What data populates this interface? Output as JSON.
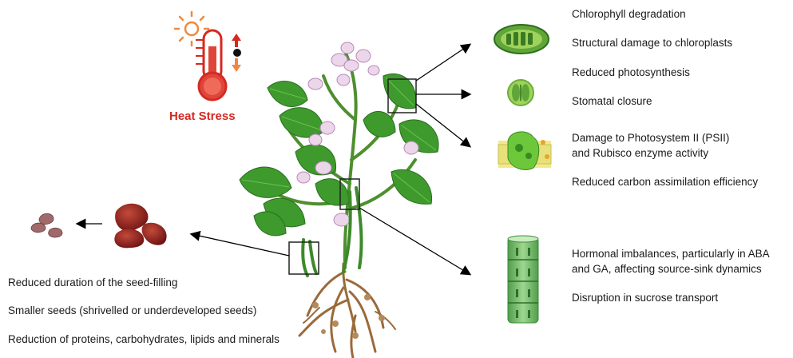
{
  "heat_stress": {
    "label": "Heat Stress"
  },
  "right_effects": [
    "Chlorophyll degradation",
    "Structural damage to chloroplasts",
    "Reduced photosynthesis",
    "Stomatal closure",
    "Damage to Photosystem II (PSII)",
    "and Rubisco enzyme activity",
    "Reduced carbon assimilation efficiency",
    "Hormonal imbalances, particularly in ABA",
    "and GA, affecting source-sink dynamics",
    "Disruption in sucrose transport"
  ],
  "left_effects": [
    "Reduced duration of the seed-filling",
    "Smaller seeds (shrivelled or underdeveloped seeds)",
    "Reduction of proteins, carbohydrates, lipids and minerals"
  ],
  "colors": {
    "heat_red": "#d42a22",
    "leaf_green": "#3f9a2e",
    "chloroplast_green": "#7cc242",
    "bean_red": "#8b1a1a",
    "root_brown": "#9a6a3a"
  },
  "icons": [
    "thermometer-icon",
    "sun-icon",
    "chloroplast-icon",
    "stomata-icon",
    "photosystem-icon",
    "phloem-tube-icon",
    "kidney-bean-icon"
  ]
}
